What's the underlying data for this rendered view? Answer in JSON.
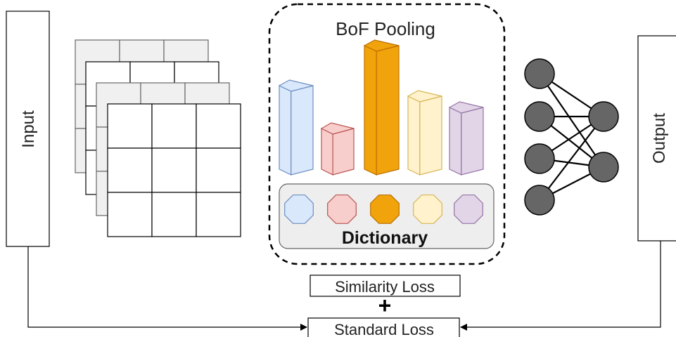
{
  "input_label": "Input",
  "output_label": "Output",
  "pool": {
    "title": "BoF Pooling",
    "dictionary_label": "Dictionary"
  },
  "losses": {
    "similarity": "Similarity Loss",
    "plus": "+",
    "standard": "Standard Loss"
  },
  "codeword_colors": [
    {
      "fill": "#dae8fc",
      "stroke": "#6c8ebf"
    },
    {
      "fill": "#f8cecc",
      "stroke": "#b85450"
    },
    {
      "fill": "#f0a30a",
      "stroke": "#bd7000"
    },
    {
      "fill": "#fff2cc",
      "stroke": "#d6b656"
    },
    {
      "fill": "#e1d5e7",
      "stroke": "#9673a6"
    }
  ],
  "network": {
    "node_color": "#666666",
    "layer_sizes": [
      4,
      2
    ]
  }
}
